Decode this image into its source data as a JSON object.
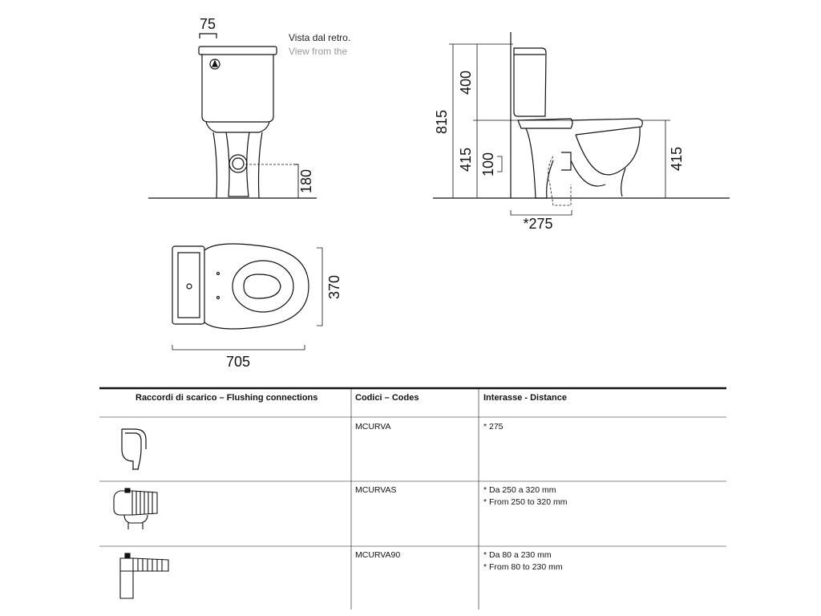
{
  "back_view": {
    "dim_top": "75",
    "dim_outlet_height": "180",
    "caption_it": "Vista dal retro.",
    "caption_en": "View from the"
  },
  "side_view": {
    "dim_total": "815",
    "dim_tank": "400",
    "dim_seat": "415",
    "dim_inlet": "100",
    "dim_seat_right": "415",
    "dim_distance": "*275"
  },
  "plan_view": {
    "dim_width": "370",
    "dim_length": "705"
  },
  "table": {
    "headers": {
      "connections": "Raccordi di scarico – Flushing connections",
      "codes": "Codici – Codes",
      "distance": "Interasse - Distance"
    },
    "rows": [
      {
        "code": "MCURVA",
        "icon": "elbow-pipe-icon",
        "distance": [
          "* 275"
        ]
      },
      {
        "code": "MCURVAS",
        "icon": "flexible-s-pipe-icon",
        "distance": [
          "* Da 250 a 320 mm",
          "* From 250 to 320 mm"
        ]
      },
      {
        "code": "MCURVA90",
        "icon": "flexible-90-pipe-icon",
        "distance": [
          "* Da 80 a 230 mm",
          "* From 80 to 230 mm"
        ]
      }
    ]
  }
}
